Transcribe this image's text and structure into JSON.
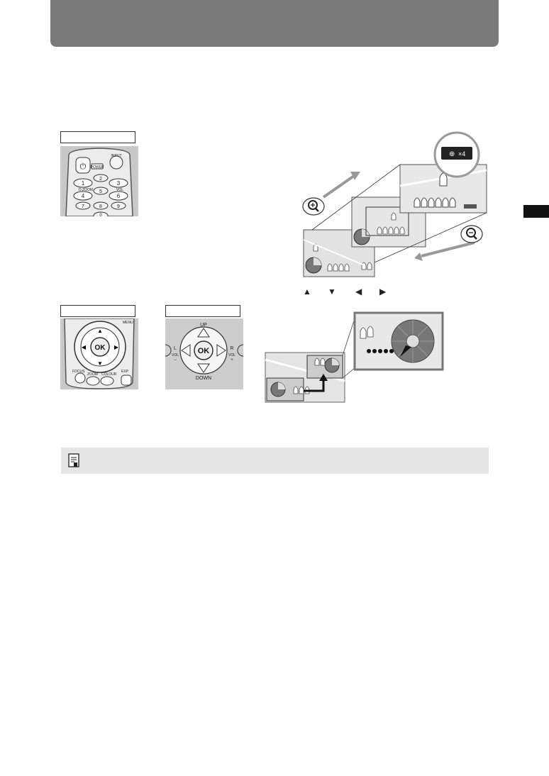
{
  "page": {
    "header_color": "#7a7a7a",
    "side_tab_color": "#111111"
  },
  "remote_section": {
    "label_1": "",
    "label_2": "",
    "label_3": "",
    "buttons": {
      "power": "POWER",
      "input": "INPUT",
      "d_zoom": "D.ZOOM",
      "vol": "VOL",
      "num_1": "1",
      "num_2": "2",
      "num_3": "3",
      "num_4": "4",
      "num_5": "5",
      "num_6": "6",
      "num_7": "7",
      "num_8": "8",
      "num_9": "9",
      "num_0": "0",
      "ok": "OK",
      "menu": "MENU",
      "focus": "FOCUS",
      "zoom": "ZOOM",
      "colour": "COLOUR",
      "exp": "EXP"
    }
  },
  "panel_section": {
    "ok": "OK",
    "up": "UP",
    "down": "DOWN",
    "left_l": "L",
    "left_vol": "VOL",
    "left_sign": "−",
    "right_r": "R",
    "right_vol": "VOL",
    "right_sign": "+"
  },
  "zoom_diagram": {
    "zoom_badge": "×4",
    "arrows": [
      "▲",
      "▼",
      "◀",
      "▶"
    ]
  },
  "icons": {
    "zoom_in": "zoom-in-icon",
    "zoom_out": "zoom-out-icon",
    "note": "note-icon"
  }
}
